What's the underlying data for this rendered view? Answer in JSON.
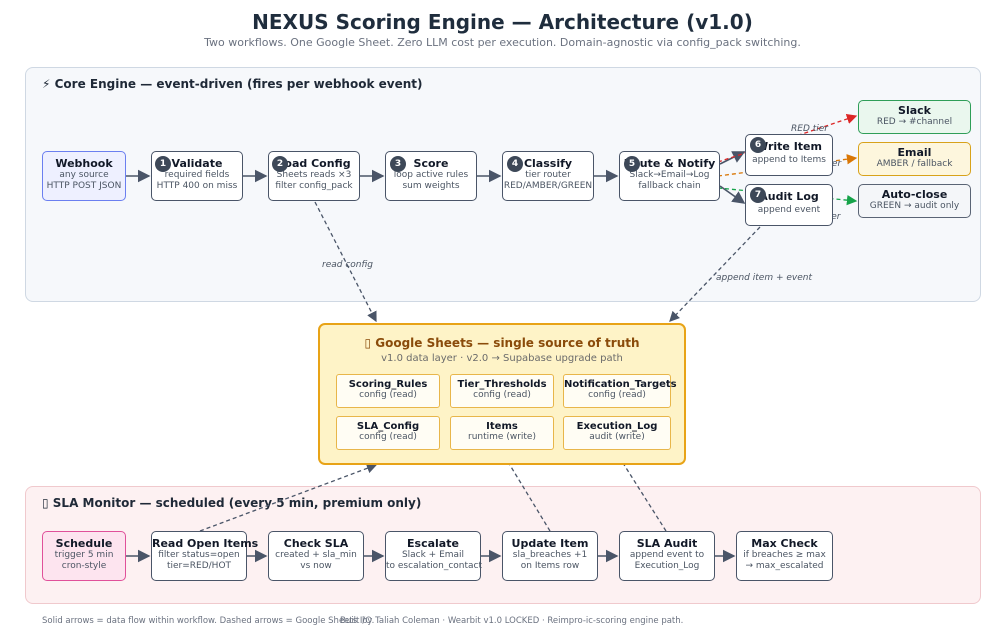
{
  "header": {
    "title": "NEXUS Scoring Engine — Architecture (v1.0)",
    "subtitle": "Two workflows. One Google Sheet. Zero LLM cost per execution. Domain-agnostic via config_pack switching."
  },
  "core_panel": {
    "title": "⚡ Core Engine — event-driven (fires per webhook event)",
    "nodes": {
      "webhook": {
        "title": "Webhook",
        "line1": "any source",
        "line2": "HTTP POST JSON"
      },
      "validate": {
        "num": "1",
        "title": "Validate",
        "line1": "required fields",
        "line2": "HTTP 400 on miss"
      },
      "load_config": {
        "num": "2",
        "title": "Load Config",
        "line1": "Sheets reads ×3",
        "line2": "filter config_pack"
      },
      "score": {
        "num": "3",
        "title": "Score",
        "line1": "loop active rules",
        "line2": "sum weights"
      },
      "classify": {
        "num": "4",
        "title": "Classify",
        "line1": "tier router",
        "line2": "RED/AMBER/GREEN"
      },
      "route_notify": {
        "num": "5",
        "title": "Route & Notify",
        "line1": "Slack→Email→Log",
        "line2": "fallback chain"
      },
      "write_item": {
        "num": "6",
        "title": "Write Item",
        "line1": "append to Items"
      },
      "audit_log": {
        "num": "7",
        "title": "Audit Log",
        "line1": "append event"
      },
      "slack": {
        "title": "Slack",
        "line1": "RED → #channel"
      },
      "email": {
        "title": "Email",
        "line1": "AMBER / fallback"
      },
      "auto_close": {
        "title": "Auto-close",
        "line1": "GREEN → audit only"
      }
    },
    "edge_labels": {
      "red_tier": "RED tier",
      "amber_tier": "AMBER tier",
      "green_tier": "GREEN tier",
      "read_config": "read config",
      "append_item_event": "append item + event"
    }
  },
  "sheets": {
    "title": "▯ Google Sheets — single source of truth",
    "subtitle": "v1.0 data layer · v2.0 → Supabase upgrade path",
    "tabs": [
      {
        "name": "Scoring_Rules",
        "mode": "config (read)"
      },
      {
        "name": "Tier_Thresholds",
        "mode": "config (read)"
      },
      {
        "name": "Notification_Targets",
        "mode": "config (read)"
      },
      {
        "name": "SLA_Config",
        "mode": "config (read)"
      },
      {
        "name": "Items",
        "mode": "runtime (write)"
      },
      {
        "name": "Execution_Log",
        "mode": "audit (write)"
      }
    ]
  },
  "sla_panel": {
    "title": "▯ SLA Monitor — scheduled (every 5 min, premium only)",
    "nodes": {
      "schedule": {
        "title": "Schedule",
        "line1": "trigger 5 min",
        "line2": "cron-style"
      },
      "read_open": {
        "title": "Read Open Items",
        "line1": "filter status=open",
        "line2": "tier=RED/HOT"
      },
      "check_sla": {
        "title": "Check SLA",
        "line1": "created + sla_min",
        "line2": "vs now"
      },
      "escalate": {
        "title": "Escalate",
        "line1": "Slack + Email",
        "line2": "to escalation_contact"
      },
      "update_item": {
        "title": "Update Item",
        "line1": "sla_breaches +1",
        "line2": "on Items row"
      },
      "sla_audit": {
        "title": "SLA Audit",
        "line1": "append event to",
        "line2": "Execution_Log"
      },
      "max_check": {
        "title": "Max Check",
        "line1": "if breaches ≥ max",
        "line2": "→ max_escalated"
      }
    }
  },
  "footer": {
    "left": "Solid arrows = data flow within workflow. Dashed arrows = Google Sheets I/O.",
    "right": "Built by Taliah Coleman · Wearbit v1.0 LOCKED · Reimpro-ic-scoring engine path."
  },
  "colors": {
    "slack_border": "#2f9e58",
    "slack_fill": "#eaf7ee",
    "email_border": "#d8a21a",
    "email_fill": "#fdf6dd",
    "webhook_border": "#6b7ff0",
    "webhook_fill": "#eef0ff",
    "schedule_border": "#e0509a",
    "schedule_fill": "#fde4ef",
    "sheets_border": "#e8a317",
    "sheets_fill": "#fef3c7",
    "red_edge": "#dc2626",
    "amber_edge": "#d97706",
    "green_edge": "#16a34a"
  }
}
